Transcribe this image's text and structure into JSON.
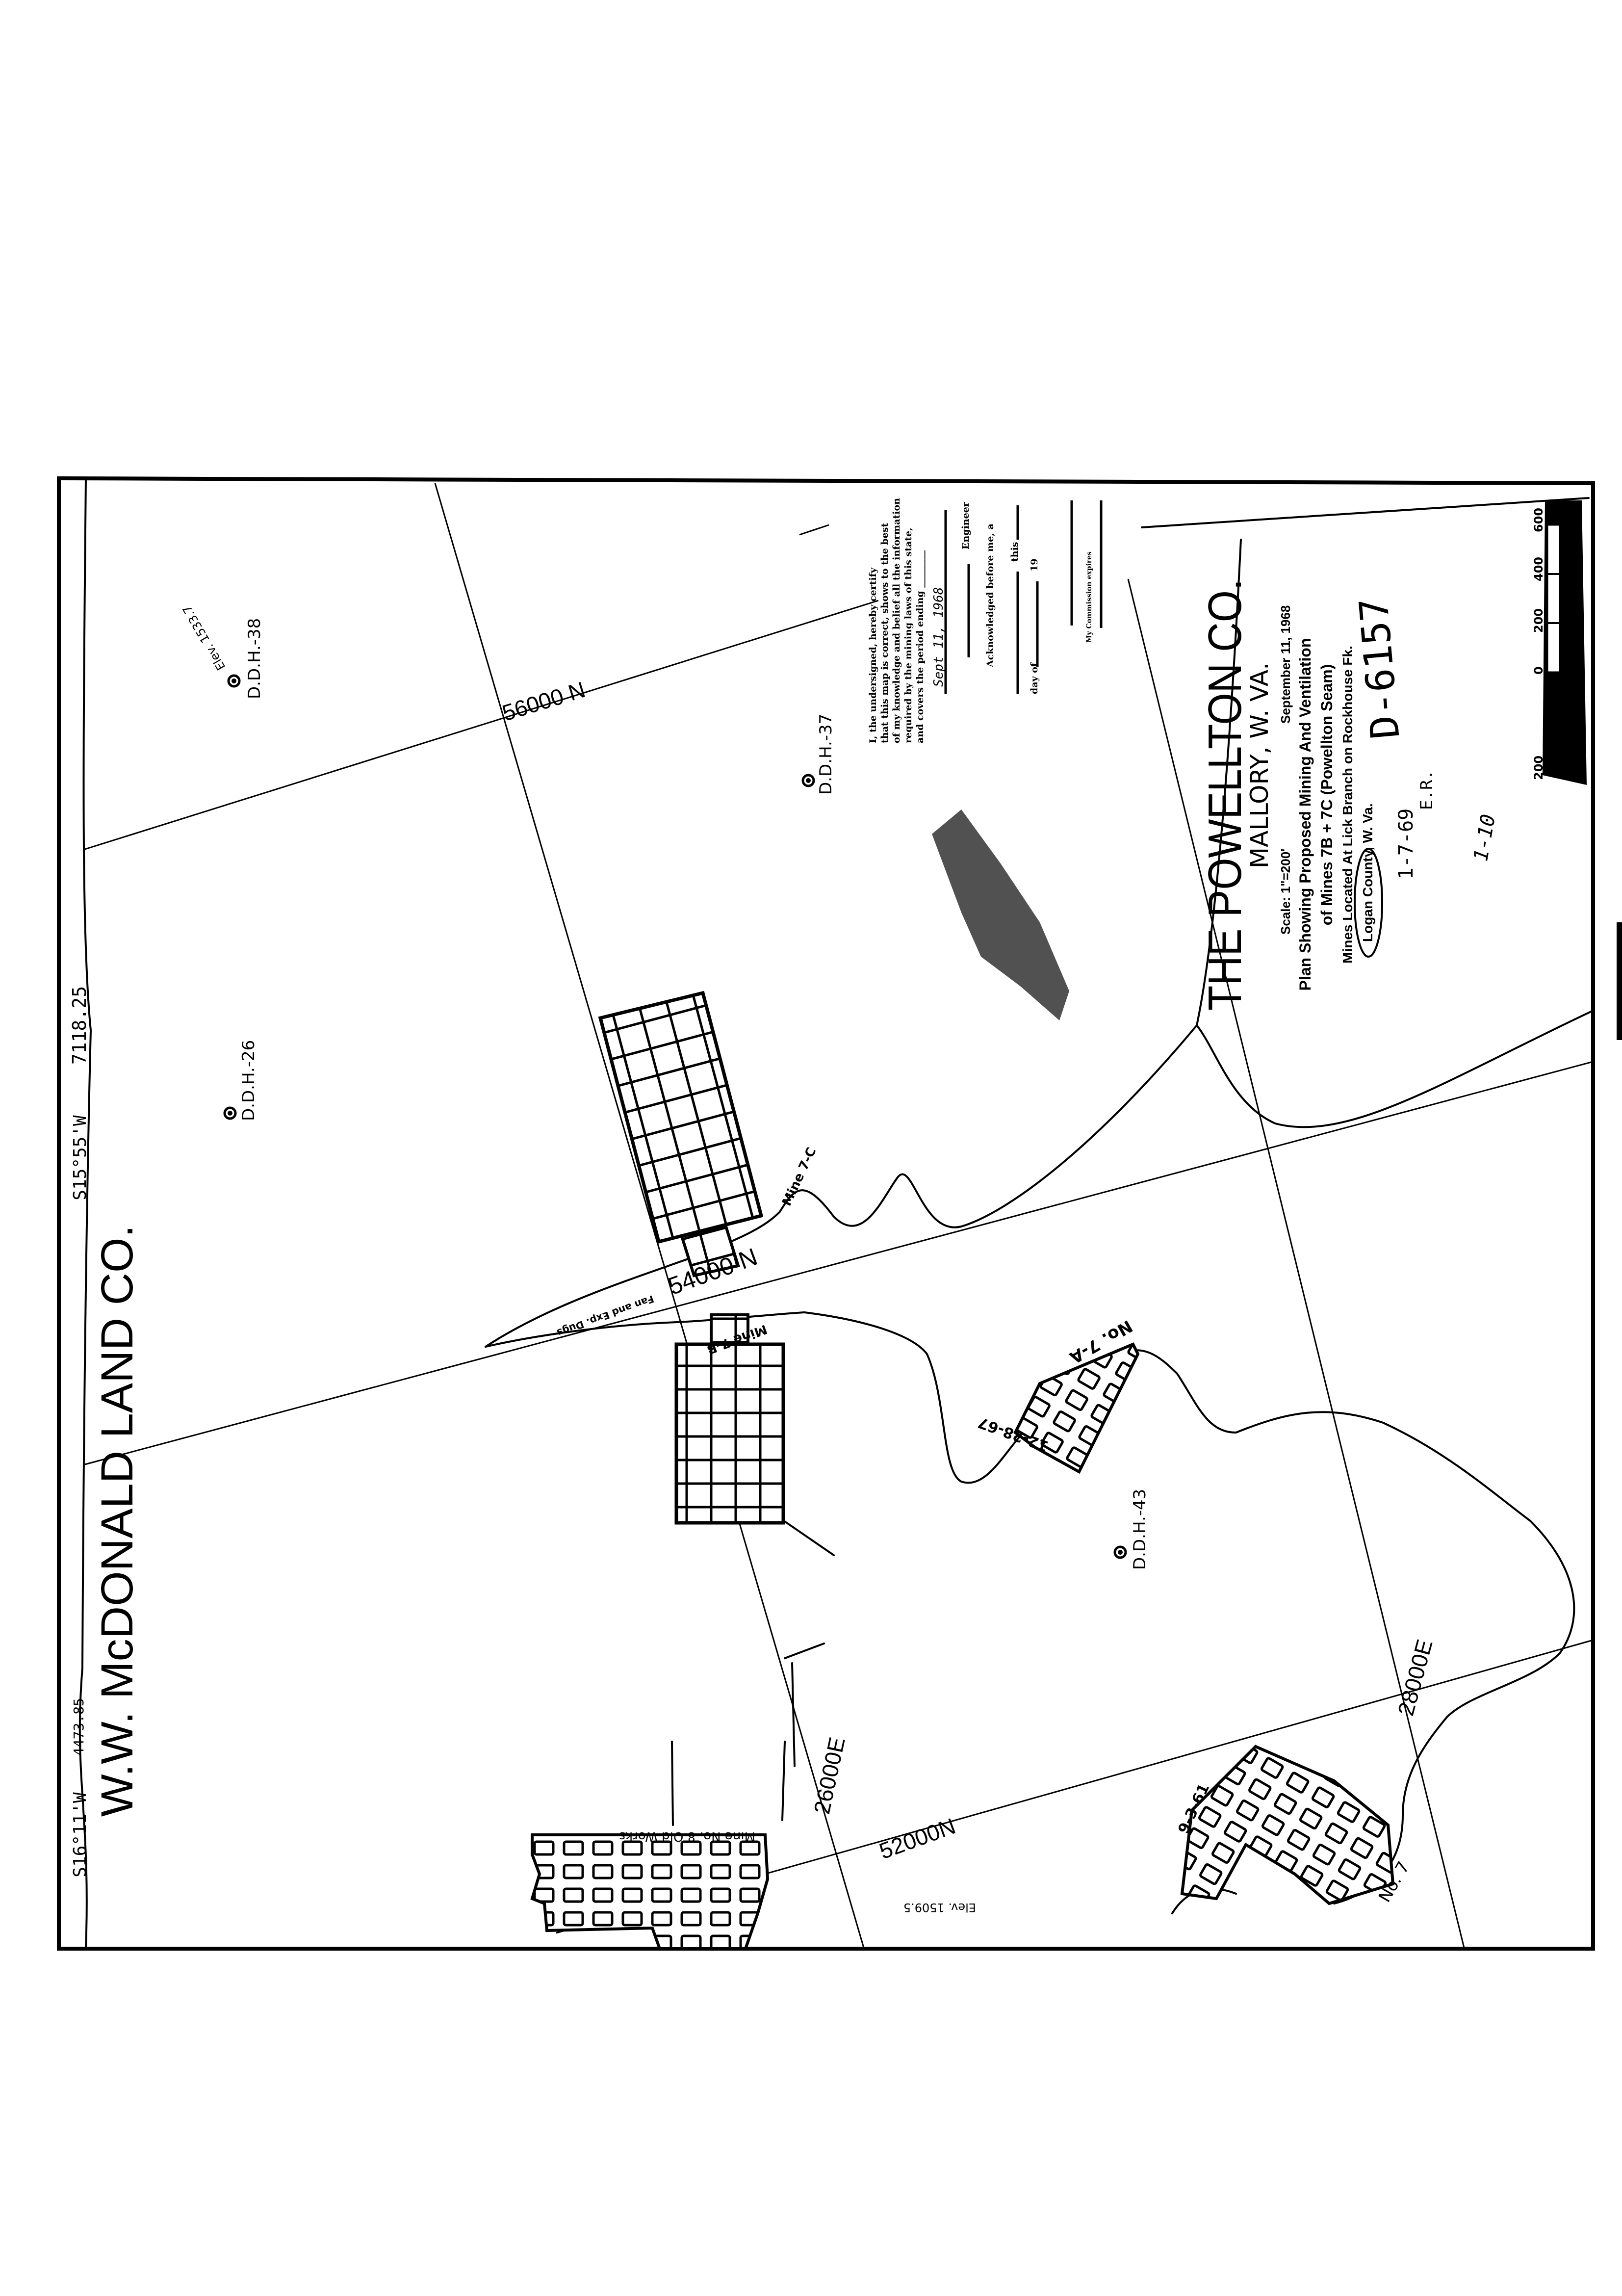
{
  "title_block": {
    "company": "THE POWELLTON CO.",
    "location": "MALLORY, W. VA.",
    "scale": "Scale: 1\"=200'",
    "date": "September 11, 1968",
    "plan_line1": "Plan Showing Proposed Mining And Ventilation",
    "plan_line2": "of Mines 7B + 7C (Powellton Seam)",
    "located_line": "Mines Located At Lick Branch on Rockhouse Fk.",
    "county": "Logan County, W. Va.",
    "drawing_number": "D-6157",
    "revision_date": "1-7-69",
    "revision_initials": "E.R.",
    "review_note": "1-10"
  },
  "certificate": {
    "lines": [
      "I, the undersigned, hereby certify",
      "that this map is correct, shows to the best",
      "of my knowledge and belief all the information",
      "required by the mining laws of this state,",
      "and covers the period ending ________"
    ],
    "period_ending": "Sept 11, 1968",
    "engineer_label": "Engineer",
    "acknowledged_label": "Acknowledged before me, a",
    "this_label": "this",
    "day_of_label": "day of",
    "year_label": "19",
    "commission_label": "My Commission expires"
  },
  "property": {
    "landowner": "W.W. McDONALD LAND CO.",
    "bearing_1": "S16°11'W",
    "distance_1": "4473.85",
    "bearing_2": "S15°55'W",
    "distance_2": "7118.25"
  },
  "grid_labels": {
    "n56000": "56000 N",
    "n54000": "54000 N",
    "n52000": "52000N",
    "e26000": "26000E",
    "e28000": "28000E"
  },
  "drill_holes": [
    {
      "label": "D.D.H.-38",
      "elev": "Elev. 1533.7"
    },
    {
      "label": "D.D.H.-37"
    },
    {
      "label": "D.D.H.-26"
    },
    {
      "label": "D.D.H.-43"
    }
  ],
  "mines": {
    "mine_7c": "Mine 7-C",
    "mine_7b": "Mine 7-B",
    "fan_label": "Fan and Exp. Dugs",
    "mine_8": "Mine No. 8 Old Works",
    "mine_8_elev": "Elev. 1509.5",
    "mine_7a": "No. 7-A",
    "mine_7a_date": "12-28-67",
    "mine_7": "No. 7",
    "mine_7_date": "9-3-61"
  },
  "scale_bar": {
    "ticks": [
      "200",
      "0",
      "200",
      "400",
      "600"
    ]
  }
}
